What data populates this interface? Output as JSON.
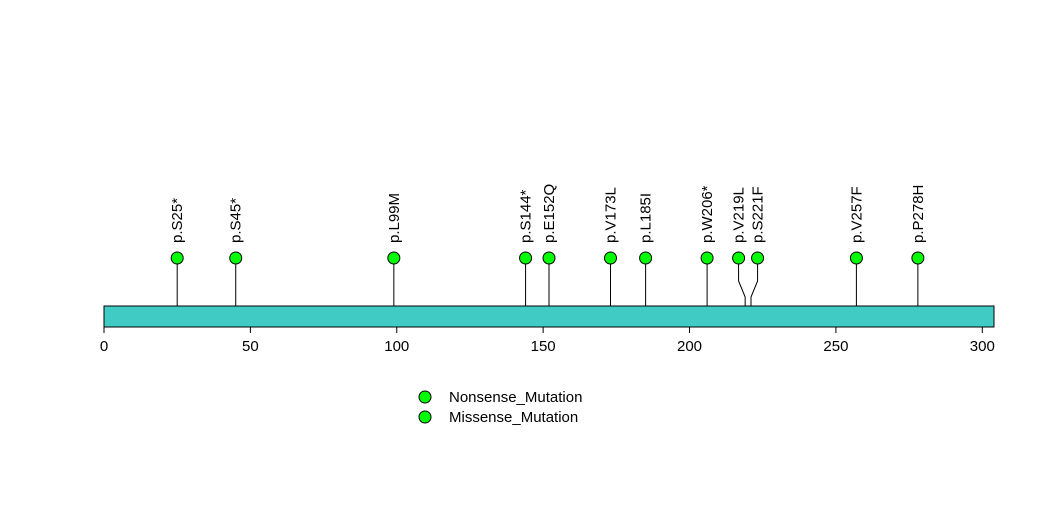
{
  "chart_data": {
    "type": "lollipop",
    "title": "",
    "xlabel": "",
    "ylabel": "",
    "xlim": [
      0,
      304
    ],
    "x_ticks": [
      0,
      50,
      100,
      150,
      200,
      250,
      300
    ],
    "x_tick_labels": [
      "0",
      "50",
      "100",
      "150",
      "200",
      "250",
      "300"
    ],
    "protein_bar_color": "#40CCC4",
    "stem_color": "#000000",
    "mutations": [
      {
        "position": 25,
        "label": "p.S25*",
        "type": "Nonsense_Mutation"
      },
      {
        "position": 45,
        "label": "p.S45*",
        "type": "Nonsense_Mutation"
      },
      {
        "position": 99,
        "label": "p.L99M",
        "type": "Missense_Mutation"
      },
      {
        "position": 144,
        "label": "p.S144*",
        "type": "Nonsense_Mutation"
      },
      {
        "position": 152,
        "label": "p.E152Q",
        "type": "Missense_Mutation"
      },
      {
        "position": 173,
        "label": "p.V173L",
        "type": "Missense_Mutation"
      },
      {
        "position": 185,
        "label": "p.L185I",
        "type": "Missense_Mutation"
      },
      {
        "position": 206,
        "label": "p.W206*",
        "type": "Nonsense_Mutation"
      },
      {
        "position": 219,
        "label": "p.V219L",
        "type": "Missense_Mutation"
      },
      {
        "position": 221,
        "label": "p.S221F",
        "type": "Missense_Mutation"
      },
      {
        "position": 257,
        "label": "p.V257F",
        "type": "Missense_Mutation"
      },
      {
        "position": 278,
        "label": "p.P278H",
        "type": "Missense_Mutation"
      }
    ],
    "legend": {
      "placement": "bottom-center",
      "entries": [
        {
          "name": "Nonsense_Mutation",
          "color": "#00FF00"
        },
        {
          "name": "Missense_Mutation",
          "color": "#00FF00"
        }
      ]
    }
  }
}
